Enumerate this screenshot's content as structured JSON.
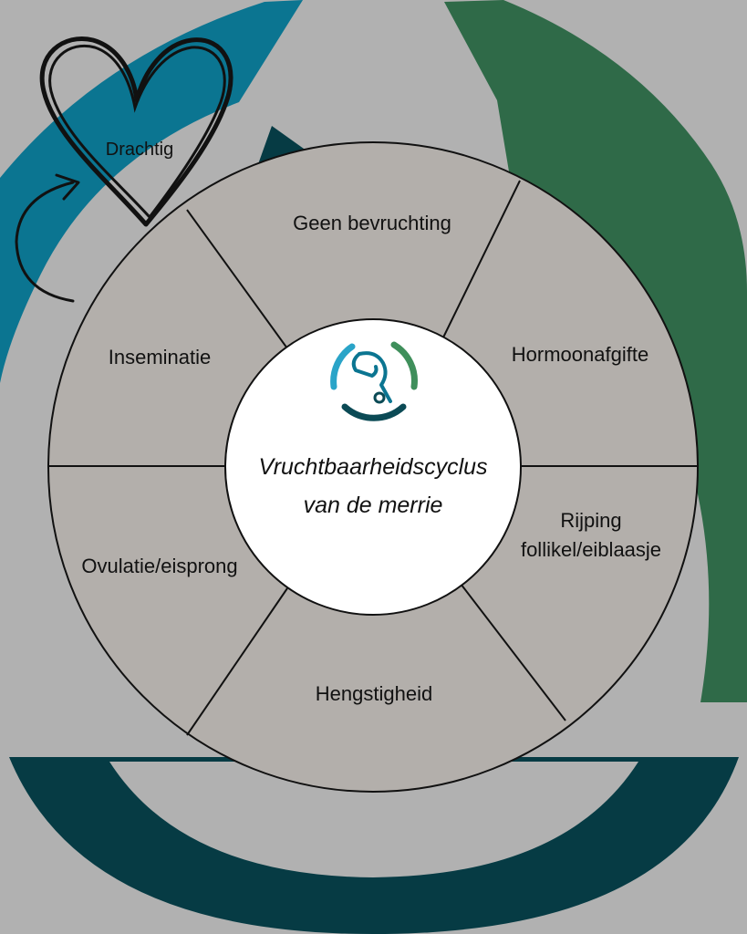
{
  "diagram": {
    "center_title_line1": "Vruchtbaarheidscyclus",
    "center_title_line2": "van de merrie",
    "segments": [
      {
        "label": "Geen bevruchting"
      },
      {
        "label": "Hormoonafgifte"
      },
      {
        "label_line1": "Rijping",
        "label_line2": "follikel/eiblaasje"
      },
      {
        "label": "Hengstigheid"
      },
      {
        "label": "Ovulatie/eisprong"
      },
      {
        "label": "Inseminatie"
      }
    ],
    "heart_label": "Drachtig",
    "logo_icon": "horse-stethoscope-logo"
  },
  "colors": {
    "background": "#b1b1b1",
    "segment_fill": "#b3afab",
    "center_fill": "#ffffff",
    "arc_blue": "#0b7591",
    "arc_green": "#2f6a48",
    "arc_dark": "#063b44",
    "outline": "#111111"
  }
}
